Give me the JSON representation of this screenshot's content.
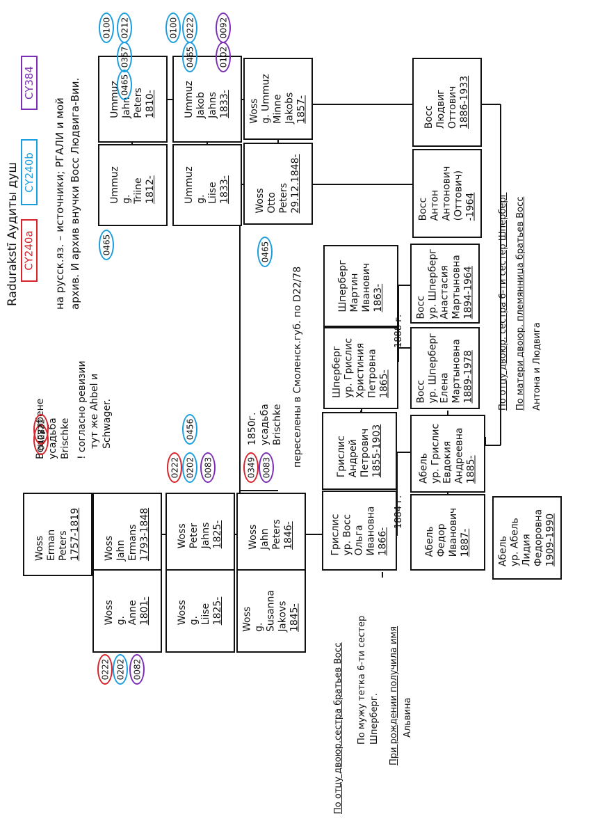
{
  "header": {
    "title": "Radurakstī Аудиты душ",
    "legend": [
      {
        "label": "CY240a",
        "color": "#d8232a"
      },
      {
        "label": "CY240b",
        "color": "#1a9ee0"
      },
      {
        "label": "CY384",
        "color": "#7b2fb5"
      }
    ],
    "sources_line1": "на русск.яз. – источники; РГАЛИ и мой",
    "sources_line2": "архив. И архив внучки Восс Людвига-Вии."
  },
  "persons": [
    {
      "id": "erman",
      "lines": [
        "Woss",
        "Erman",
        "Peters",
        "1757-1819"
      ]
    },
    {
      "id": "jahn1",
      "lines": [
        "Woss",
        "Jahn",
        "Ermans",
        "1793-1848"
      ]
    },
    {
      "id": "anne",
      "lines": [
        "Woss",
        "g.",
        "Anne",
        "1801-"
      ]
    },
    {
      "id": "peter",
      "lines": [
        "Woss",
        "Peter",
        "Jahns",
        "1825-"
      ]
    },
    {
      "id": "liise1",
      "lines": [
        "Woss",
        "g.",
        "Liise",
        "1825-"
      ]
    },
    {
      "id": "jahn2",
      "lines": [
        "Woss",
        "Jahn",
        "Peters",
        "1846-"
      ]
    },
    {
      "id": "susanna",
      "lines": [
        "Woss",
        "g.",
        "Susanna",
        "Jakovs",
        "1845-"
      ]
    },
    {
      "id": "jahn_u",
      "lines": [
        "Ummuz",
        "Jahn",
        "Peters",
        "1810-"
      ]
    },
    {
      "id": "triine",
      "lines": [
        "Ummuz",
        "g.",
        "Triine",
        "1812-"
      ]
    },
    {
      "id": "jakob",
      "lines": [
        "Ummuz",
        "Jakob",
        "Jahns",
        "1833-"
      ]
    },
    {
      "id": "liise2",
      "lines": [
        "Ummuz",
        "g.",
        "Liise",
        "1833-"
      ]
    },
    {
      "id": "minne",
      "lines": [
        "Woss",
        "g. Ummuz",
        "Minne",
        "Jakobs",
        "1857-"
      ]
    },
    {
      "id": "otto",
      "lines": [
        "Woss",
        "Otto",
        "Peters",
        "29.12.1848-"
      ]
    },
    {
      "id": "olga",
      "lines": [
        "Грислис",
        "ур. Восс",
        "Ольга",
        "Ивановна",
        "1866-"
      ]
    },
    {
      "id": "andrey",
      "lines": [
        "Грислис",
        "Андрей",
        "Петрович",
        "1855-1903"
      ]
    },
    {
      "id": "kristina",
      "lines": [
        "Шперберг",
        "ур. Грислис",
        "Христиния",
        "Петровна",
        "1865-"
      ]
    },
    {
      "id": "martin",
      "lines": [
        "Шперберг",
        "Мартин",
        "Иванович",
        "1863-"
      ]
    },
    {
      "id": "fedor",
      "lines": [
        "Абель",
        "Федор",
        "Иванович",
        "1887-"
      ]
    },
    {
      "id": "evdokia",
      "lines": [
        "Абель",
        "ур. Грислис",
        "Евдокия",
        "Андреевна",
        "1885-"
      ]
    },
    {
      "id": "elena",
      "lines": [
        "Восс",
        "ур. Шперберг",
        "Елена",
        "Мартыновна",
        "1889-1978"
      ]
    },
    {
      "id": "anastasia",
      "lines": [
        "Восс",
        "ур. Шперберг",
        "Анастасия",
        "Мартыновна",
        "1894-1964"
      ]
    },
    {
      "id": "anton",
      "lines": [
        "Восс",
        "Антон",
        "Антонович",
        "(Оттович)",
        "-1964"
      ]
    },
    {
      "id": "ludwig",
      "lines": [
        "Восс",
        "Людвиг",
        "Оттович",
        "1886-1933"
      ]
    },
    {
      "id": "lidia",
      "lines": [
        "Абель",
        "ур. Абель",
        "Лидия",
        "Федоровна",
        "1909-1990"
      ]
    }
  ],
  "notes": {
    "erman_note": [
      "Вецгулбене",
      "усадьба",
      "Brischke"
    ],
    "erman_note2": [
      "! согласно ревизии",
      "тут же Ahbel и",
      "Schwager."
    ],
    "jahn2_note": [
      "1850г.",
      "усадьба",
      "Brischke"
    ],
    "moved": "переселены в Смоленск.губ. по D22/78",
    "year_1884": "1884 г.",
    "year_1888": "1888 г.",
    "bottom_olga1": "По отцу двоюр.сестра братьев Восс",
    "bottom_olga2": "По мужу тетка 6-ти сестер",
    "bottom_olga3": "Шперберг.",
    "bottom_olga4": "При рождении получила имя",
    "bottom_olga5": "Альвина",
    "right_note1": "По отцу двоюр. сестра 6-ти сестер Шперберг",
    "right_note2": "По матери двоюр. племянница братьев Восс",
    "right_note3": "Антона и Людвига"
  },
  "codes": {
    "anne": [
      {
        "t": "0222",
        "c": "red"
      },
      {
        "t": "0202",
        "c": "blue"
      },
      {
        "t": "0082",
        "c": "purple"
      }
    ],
    "erman": [
      {
        "t": "0128",
        "c": "red"
      },
      {
        "t": "0222",
        "c": "red"
      }
    ],
    "peter": [
      {
        "t": "0222",
        "c": "red"
      },
      {
        "t": "0202",
        "c": "blue"
      },
      {
        "t": "0456",
        "c": "blue"
      },
      {
        "t": "0083",
        "c": "purple"
      }
    ],
    "jahn2": [
      {
        "t": "0349",
        "c": "red"
      },
      {
        "t": "0083",
        "c": "purple"
      }
    ],
    "jahn_u": [
      {
        "t": "0100",
        "c": "blue"
      },
      {
        "t": "0212",
        "c": "blue"
      },
      {
        "t": "0357",
        "c": "blue"
      },
      {
        "t": "0465",
        "c": "blue"
      }
    ],
    "jakob": [
      {
        "t": "0100",
        "c": "blue"
      },
      {
        "t": "0222",
        "c": "blue"
      },
      {
        "t": "0465",
        "c": "blue"
      },
      {
        "t": "0092",
        "c": "purple"
      },
      {
        "t": "0102",
        "c": "purple"
      }
    ],
    "triine": [
      {
        "t": "0465",
        "c": "blue"
      }
    ],
    "otto": [
      {
        "t": "0465",
        "c": "blue"
      }
    ]
  }
}
